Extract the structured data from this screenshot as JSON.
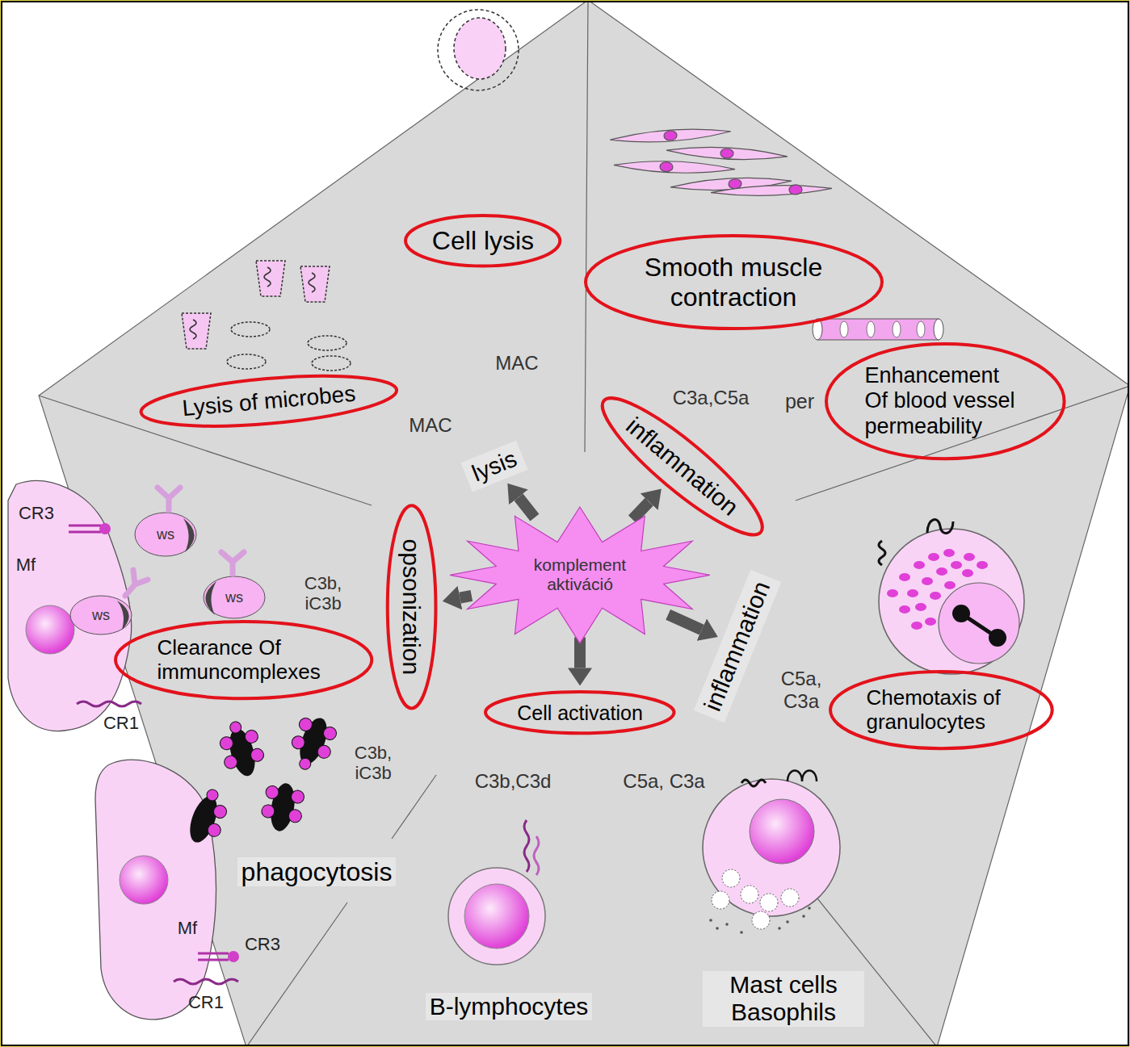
{
  "diagram": {
    "nodes": [
      {
        "text": [
          "Cell lysis"
        ]
      },
      {
        "text": [
          "Smooth muscle contraction"
        ]
      },
      {
        "text": [
          "Enhancement Of blood vessel permeability"
        ]
      },
      {
        "text": [
          "Lysis of microbes"
        ]
      },
      {
        "text": [
          "lysis"
        ]
      },
      {
        "text": [
          "inflammation"
        ]
      },
      {
        "text": [
          "opsonization"
        ]
      },
      {
        "text": [
          "komplement aktiváció"
        ]
      },
      {
        "text": [
          "inflammation"
        ]
      },
      {
        "text": [
          "Clearance Of immuncomplexes"
        ]
      },
      {
        "text": [
          "Cell activation"
        ]
      },
      {
        "text": [
          "Chemotaxis of granulocytes"
        ]
      }
    ],
    "edges": [
      {
        "from": 7,
        "to": 4,
        "arrow": "to"
      },
      {
        "from": 7,
        "to": 5,
        "arrow": "to"
      },
      {
        "from": 7,
        "to": 8,
        "arrow": "to"
      },
      {
        "from": 7,
        "to": 10,
        "arrow": "to"
      },
      {
        "from": 7,
        "to": 6,
        "arrow": "to"
      }
    ],
    "labels": [
      "MAC",
      "MAC",
      "C3a,C5a",
      "per",
      "CR3",
      "Mf",
      "ws",
      "ws",
      "ws",
      "C3b, iC3b",
      "CR1",
      "C3b, iC3b",
      "phagocytosis",
      "Mf",
      "CR3",
      "CR1",
      "C3b,C3d",
      "C5a, C3a",
      "C5a, C3a",
      "B-lymphocytes",
      "Mast cells Basophils"
    ]
  }
}
